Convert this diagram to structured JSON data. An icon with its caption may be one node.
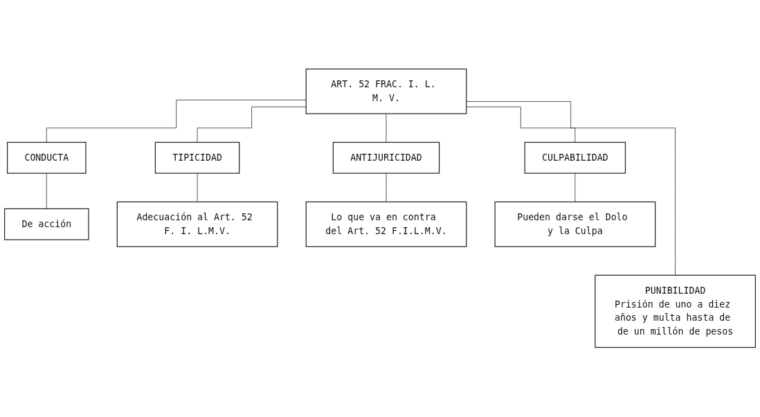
{
  "diagram": {
    "nodes": [
      {
        "text": [
          "ART. 52 FRAC. I. L. M. V."
        ]
      },
      {
        "text": [
          "CONDUCTA"
        ]
      },
      {
        "text": [
          "TIPICIDAD"
        ]
      },
      {
        "text": [
          "ANTIJURICIDAD"
        ]
      },
      {
        "text": [
          "CULPABILIDAD"
        ]
      },
      {
        "text": [
          "De acción"
        ]
      },
      {
        "text": [
          "Adecuación al Art. 52 F. I. L.M.V."
        ]
      },
      {
        "text": [
          "Lo que va en contra del Art. 52 F.I.L.M.V."
        ]
      },
      {
        "text": [
          "Pueden darse el Dolo y la Culpa"
        ]
      },
      {
        "text": [
          "PUNIBILIDAD",
          "Prisión de uno a diez años y multa hasta de de un millón de pesos"
        ]
      }
    ],
    "edges": [
      {
        "from": 0,
        "to": 1,
        "arrow": "none"
      },
      {
        "from": 0,
        "to": 2,
        "arrow": "none"
      },
      {
        "from": 0,
        "to": 9,
        "arrow": "none"
      },
      {
        "from": 0,
        "to": 3,
        "arrow": "none"
      },
      {
        "from": 0,
        "to": 4,
        "arrow": "none"
      },
      {
        "from": 1,
        "to": 5,
        "arrow": "none"
      },
      {
        "from": 2,
        "to": 6,
        "arrow": "none"
      },
      {
        "from": 3,
        "to": 7,
        "arrow": "none"
      },
      {
        "from": 4,
        "to": 8,
        "arrow": "none"
      }
    ]
  }
}
